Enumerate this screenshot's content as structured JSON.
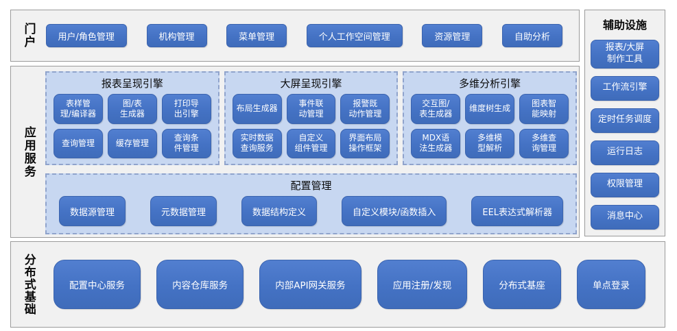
{
  "colors": {
    "node_blue": "#4472c4",
    "node_border": "#3a63ae",
    "panel_blue": "#c7d7f1",
    "panel_dash_border": "#8fa3cc",
    "section_bg": "#f1f1f1",
    "section_border": "#9a9a9a",
    "node_text": "#ffffff",
    "label_text": "#0a0a0a"
  },
  "portal": {
    "label": "门户",
    "items": [
      "用户/角色管理",
      "机构管理",
      "菜单管理",
      "个人工作空间管理",
      "资源管理",
      "自助分析"
    ]
  },
  "app": {
    "label": "应用服务",
    "engines": [
      {
        "title": "报表呈现引擎",
        "items": [
          "表样管理/编译器",
          "图/表生成器",
          "打印导出引擎",
          "查询管理",
          "缓存管理",
          "查询条件管理"
        ]
      },
      {
        "title": "大屏呈现引擎",
        "items": [
          "布局生成器",
          "事件联动管理",
          "报警既动作管理",
          "实时数据查询服务",
          "自定义组件管理",
          "界面布局操作框架"
        ]
      },
      {
        "title": "多维分析引擎",
        "items": [
          "交互图/表生成器",
          "维度树生成",
          "图表智能映射",
          "MDX语法生成器",
          "多维模型解析",
          "多维查询管理"
        ]
      }
    ],
    "config": {
      "title": "配置管理",
      "items": [
        "数据源管理",
        "元数据管理",
        "数据结构定义",
        "自定义模块/函数插入",
        "EEL表达式解析器"
      ]
    }
  },
  "aux": {
    "label": "辅助设施",
    "items": [
      "报表/大屏制作工具",
      "工作流引擎",
      "定时任务调度",
      "运行日志",
      "权限管理",
      "消息中心"
    ]
  },
  "dist": {
    "label": "分布式基础",
    "items": [
      "配置中心服务",
      "内容仓库服务",
      "内部API网关服务",
      "应用注册/发现",
      "分布式基座",
      "单点登录"
    ]
  }
}
